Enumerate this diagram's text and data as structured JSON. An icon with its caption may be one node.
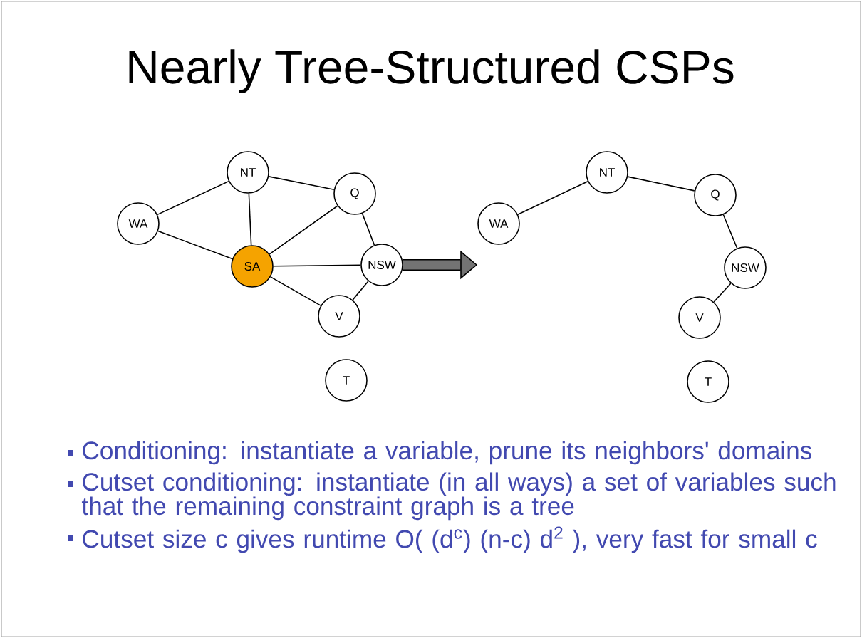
{
  "diagram": {
    "title": "Nearly Tree-Structured CSPs",
    "nodes": [
      {
        "text": [
          "WA"
        ]
      },
      {
        "text": [
          "NT"
        ]
      },
      {
        "text": [
          "Q"
        ]
      },
      {
        "text": [
          "SA"
        ]
      },
      {
        "text": [
          "NSW"
        ]
      },
      {
        "text": [
          "V"
        ]
      },
      {
        "text": [
          "T"
        ]
      },
      {
        "text": [
          "WA"
        ]
      },
      {
        "text": [
          "NT"
        ]
      },
      {
        "text": [
          "Q"
        ]
      },
      {
        "text": [
          "NSW"
        ]
      },
      {
        "text": [
          "V"
        ]
      },
      {
        "text": [
          "T"
        ]
      }
    ],
    "edges": [
      {
        "from": 0,
        "to": 1,
        "arrow": "none"
      },
      {
        "from": 0,
        "to": 3,
        "arrow": "none"
      },
      {
        "from": 1,
        "to": 3,
        "arrow": "none"
      },
      {
        "from": 1,
        "to": 2,
        "arrow": "none"
      },
      {
        "from": 3,
        "to": 2,
        "arrow": "none"
      },
      {
        "from": 3,
        "to": 4,
        "arrow": "none"
      },
      {
        "from": 3,
        "to": 5,
        "arrow": "none"
      },
      {
        "from": 2,
        "to": 4,
        "arrow": "none"
      },
      {
        "from": 4,
        "to": 5,
        "arrow": "none"
      },
      {
        "from": 7,
        "to": 8,
        "arrow": "none"
      },
      {
        "from": 8,
        "to": 9,
        "arrow": "none"
      },
      {
        "from": 9,
        "to": 10,
        "arrow": "none"
      },
      {
        "from": 10,
        "to": 11,
        "arrow": "none"
      },
      {
        "from": 4,
        "to": 7,
        "arrow": "to",
        "style": "thick"
      }
    ],
    "labels": [
      "Conditioning: instantiate a variable, prune its neighbors' domains",
      "Cutset conditioning: instantiate (in all ways) a set of variables such that the remaining constraint graph is a tree",
      "Cutset size c gives runtime O( (d$^{c}$) (n-c) d$^{2}$ ), very fast for small c"
    ]
  }
}
